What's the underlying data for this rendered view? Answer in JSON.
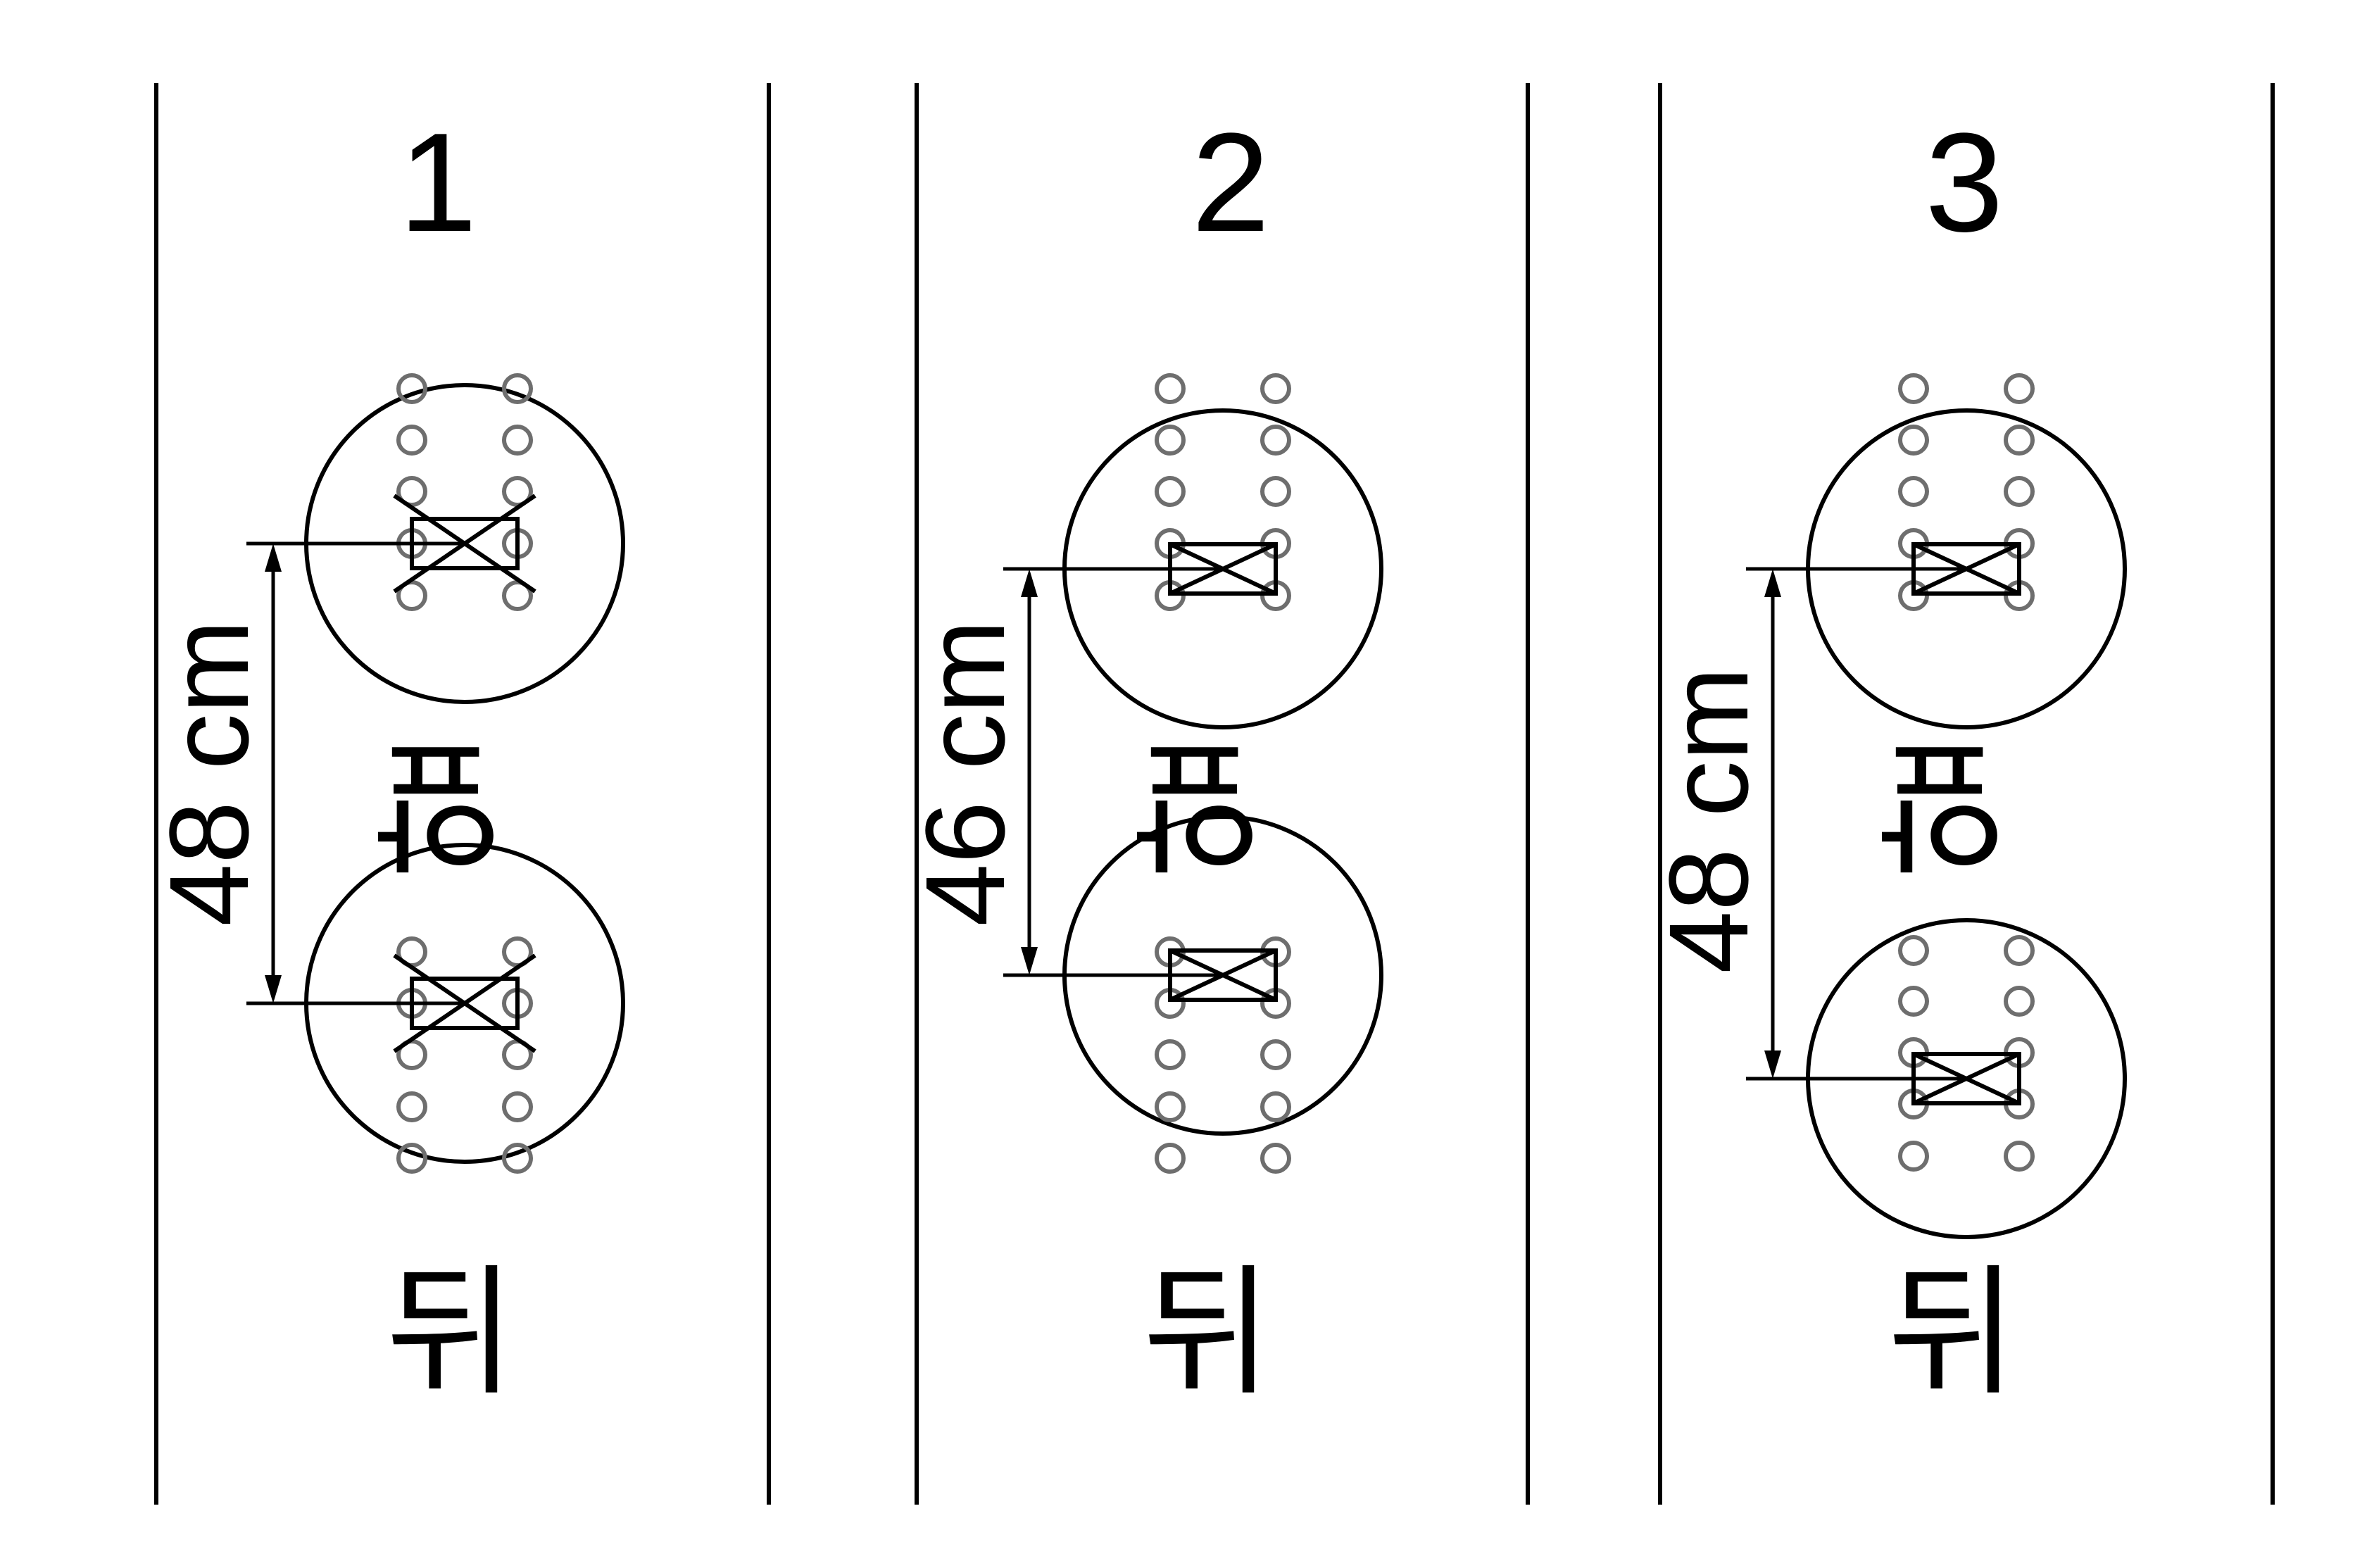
{
  "panels": [
    {
      "number": "1",
      "dimension_label": "48 cm",
      "front_label": "앞",
      "back_label": "뒤",
      "front_x_mark": "large",
      "back_x_mark": "large"
    },
    {
      "number": "2",
      "dimension_label": "46 cm",
      "front_label": "앞",
      "back_label": "뒤",
      "front_x_mark": "small",
      "back_x_mark": "small"
    },
    {
      "number": "3",
      "dimension_label": "48 cm",
      "front_label": "앞",
      "back_label": "뒤",
      "front_x_mark": "small",
      "back_x_mark": "small"
    }
  ],
  "colors": {
    "line": "#000000",
    "hole": "#6e6e6e",
    "background": "#ffffff"
  }
}
